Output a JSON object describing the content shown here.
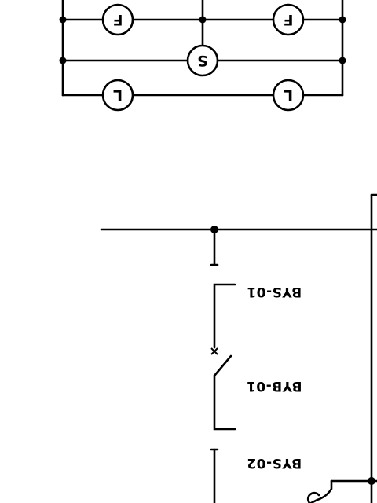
{
  "panel_schematic": {
    "coils": {
      "top_left": "F",
      "top_right": "F",
      "middle": "S",
      "bottom_left": "L",
      "bottom_right": "L"
    }
  },
  "control_circuit": {
    "tags": {
      "selector_1": "BYS-01",
      "breaker_1": "BYB-01",
      "selector_2": "BYS-02"
    }
  }
}
